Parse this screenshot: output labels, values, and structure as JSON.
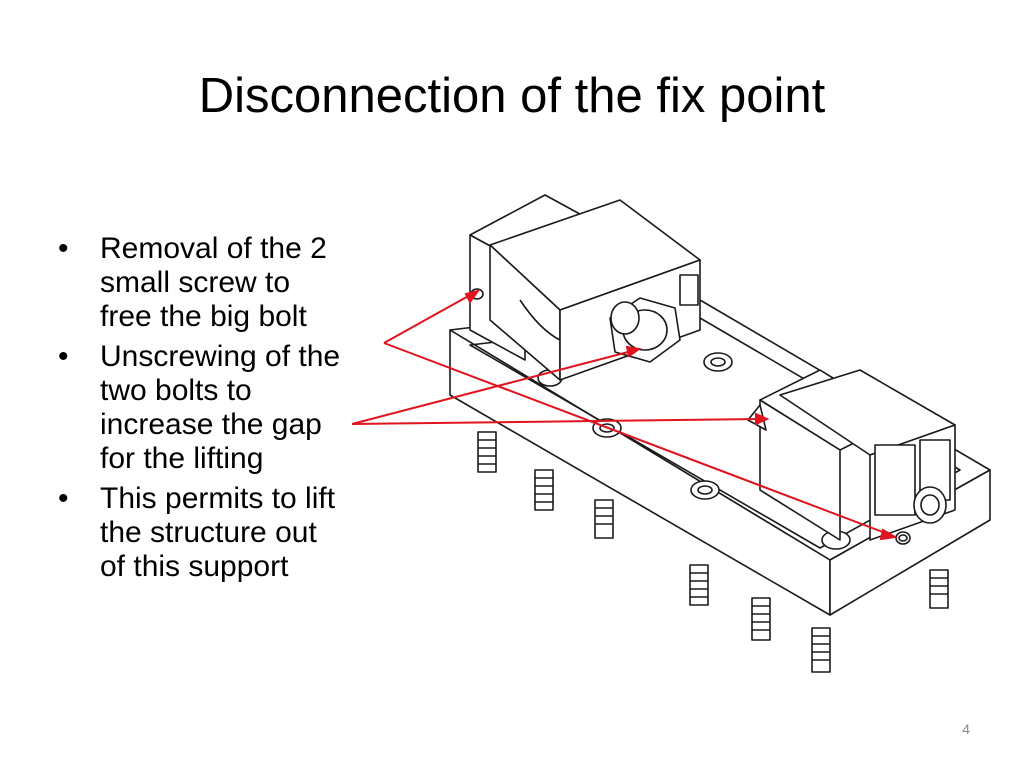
{
  "slide": {
    "title": "Disconnection of the fix point",
    "bullets": [
      {
        "line1": "Removal of the 2",
        "line2": "small screw to",
        "line3": "free the big bolt"
      },
      {
        "line1": "Unscrewing of the",
        "line2": "two bolts to",
        "line3": "increase the gap",
        "line4": "for the lifting"
      },
      {
        "line1": "This permits to lift",
        "line2": "the structure out",
        "line3": "of this support"
      }
    ],
    "bullet_glyph": "•",
    "page_number": "4"
  },
  "drawing": {
    "subject": "technical line drawing of fix-point support block with two clamp blocks, bolts and threaded studs",
    "arrow_color": "#e0141e",
    "line_color": "#1a1a1a"
  }
}
